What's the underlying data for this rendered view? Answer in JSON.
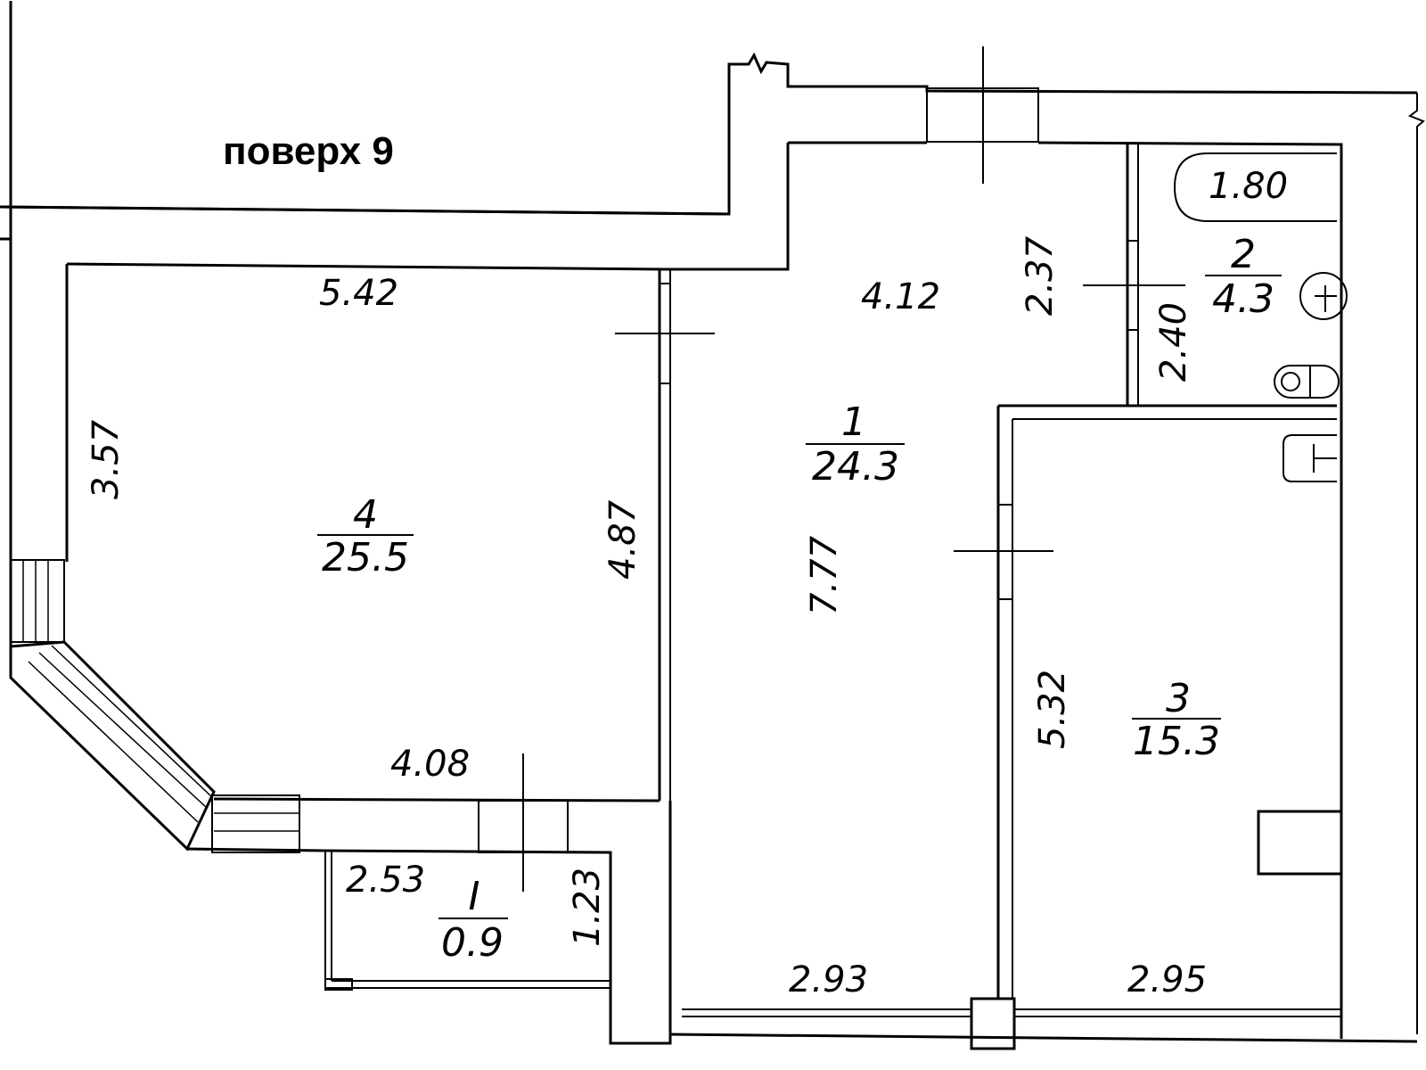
{
  "title": "поверх 9",
  "rooms": [
    {
      "id": "r1",
      "number": "1",
      "area": "24.3"
    },
    {
      "id": "r2",
      "number": "2",
      "area": "4.3"
    },
    {
      "id": "r3",
      "number": "3",
      "area": "15.3"
    },
    {
      "id": "r4",
      "number": "4",
      "area": "25.5"
    },
    {
      "id": "r5",
      "number": "I",
      "area": "0.9"
    }
  ],
  "dimensions": {
    "d542": "5.42",
    "d357": "3.57",
    "d487": "4.87",
    "d408": "4.08",
    "d412": "4.12",
    "d237": "2.37",
    "d240": "2.40",
    "d180": "1.80",
    "d777": "7.77",
    "d532": "5.32",
    "d293": "2.93",
    "d295": "2.95",
    "d253": "2.53",
    "d123": "1.23"
  }
}
